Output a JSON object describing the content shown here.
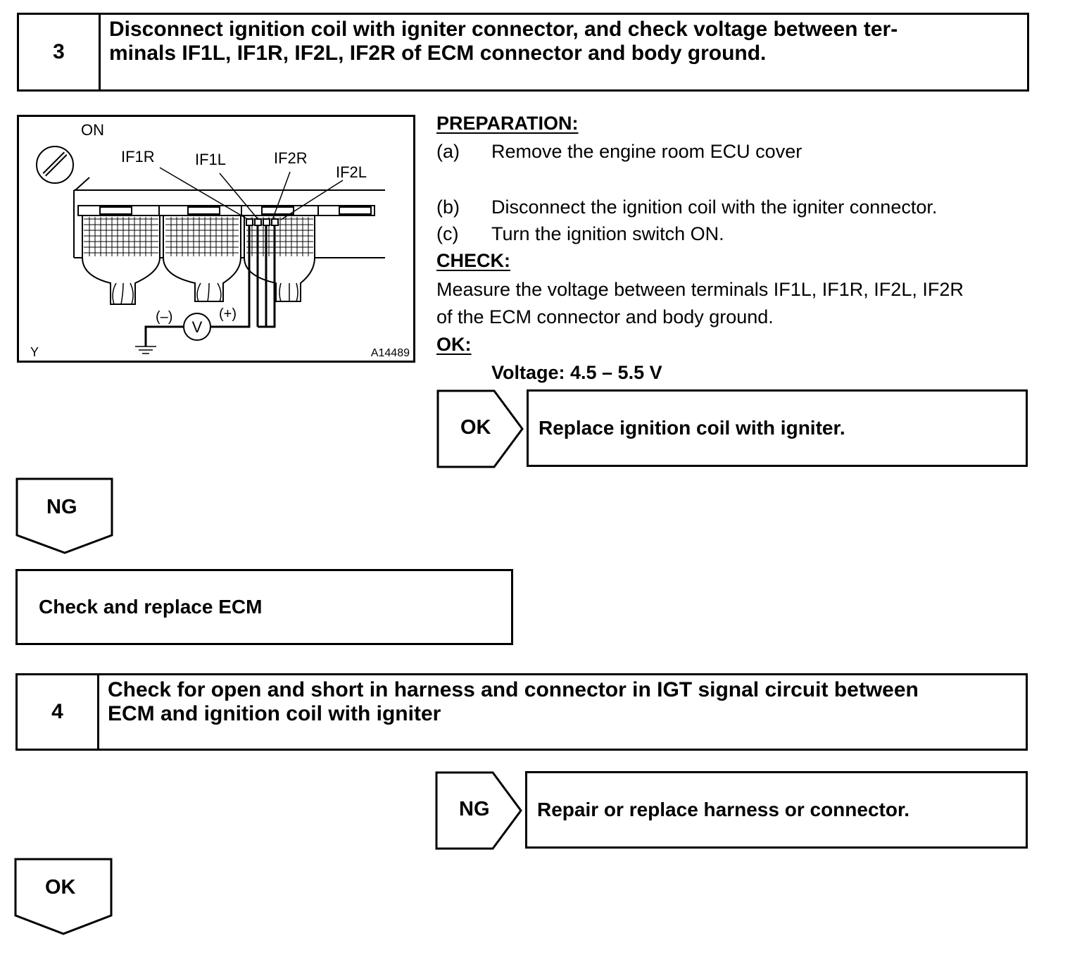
{
  "step3": {
    "number": "3",
    "title_line1": "Disconnect ignition coil with igniter connector, and check voltage between ter-",
    "title_line2": "minals IF1L, IF1R, IF2L, IF2R of ECM connector and body ground."
  },
  "figure": {
    "on_label": "ON",
    "labels": {
      "if1r": "IF1R",
      "if1l": "IF1L",
      "if2r": "IF2R",
      "if2l": "IF2L"
    },
    "meter_minus": "(–)",
    "meter_plus": "(+)",
    "meter_symbol": "V",
    "corner_label": "Y",
    "figure_code": "A14489"
  },
  "preparation": {
    "heading": "PREPARATION:",
    "items": [
      {
        "marker": "(a)",
        "text": "Remove the engine room ECU cover"
      },
      {
        "marker": "(b)",
        "text": "Disconnect the ignition coil with the igniter connector."
      },
      {
        "marker": "(c)",
        "text": "Turn the ignition switch ON."
      }
    ]
  },
  "check": {
    "heading": "CHECK:",
    "line1": "Measure the voltage between terminals IF1L, IF1R, IF2L, IF2R",
    "line2": "of the ECM connector and body ground."
  },
  "ok_spec": {
    "heading": "OK:",
    "value": "Voltage: 4.5 – 5.5 V"
  },
  "result_ok_3": {
    "label": "OK",
    "text": "Replace ignition coil with igniter."
  },
  "result_ng_3": {
    "label": "NG"
  },
  "action_ecm": {
    "text": "Check and replace ECM"
  },
  "step4": {
    "number": "4",
    "title_line1": "Check for open and short in harness and connector in IGT signal circuit between",
    "title_line2": "ECM and ignition coil with igniter"
  },
  "result_ng_4": {
    "label": "NG",
    "text": "Repair or replace harness or connector."
  },
  "result_ok_4": {
    "label": "OK"
  }
}
